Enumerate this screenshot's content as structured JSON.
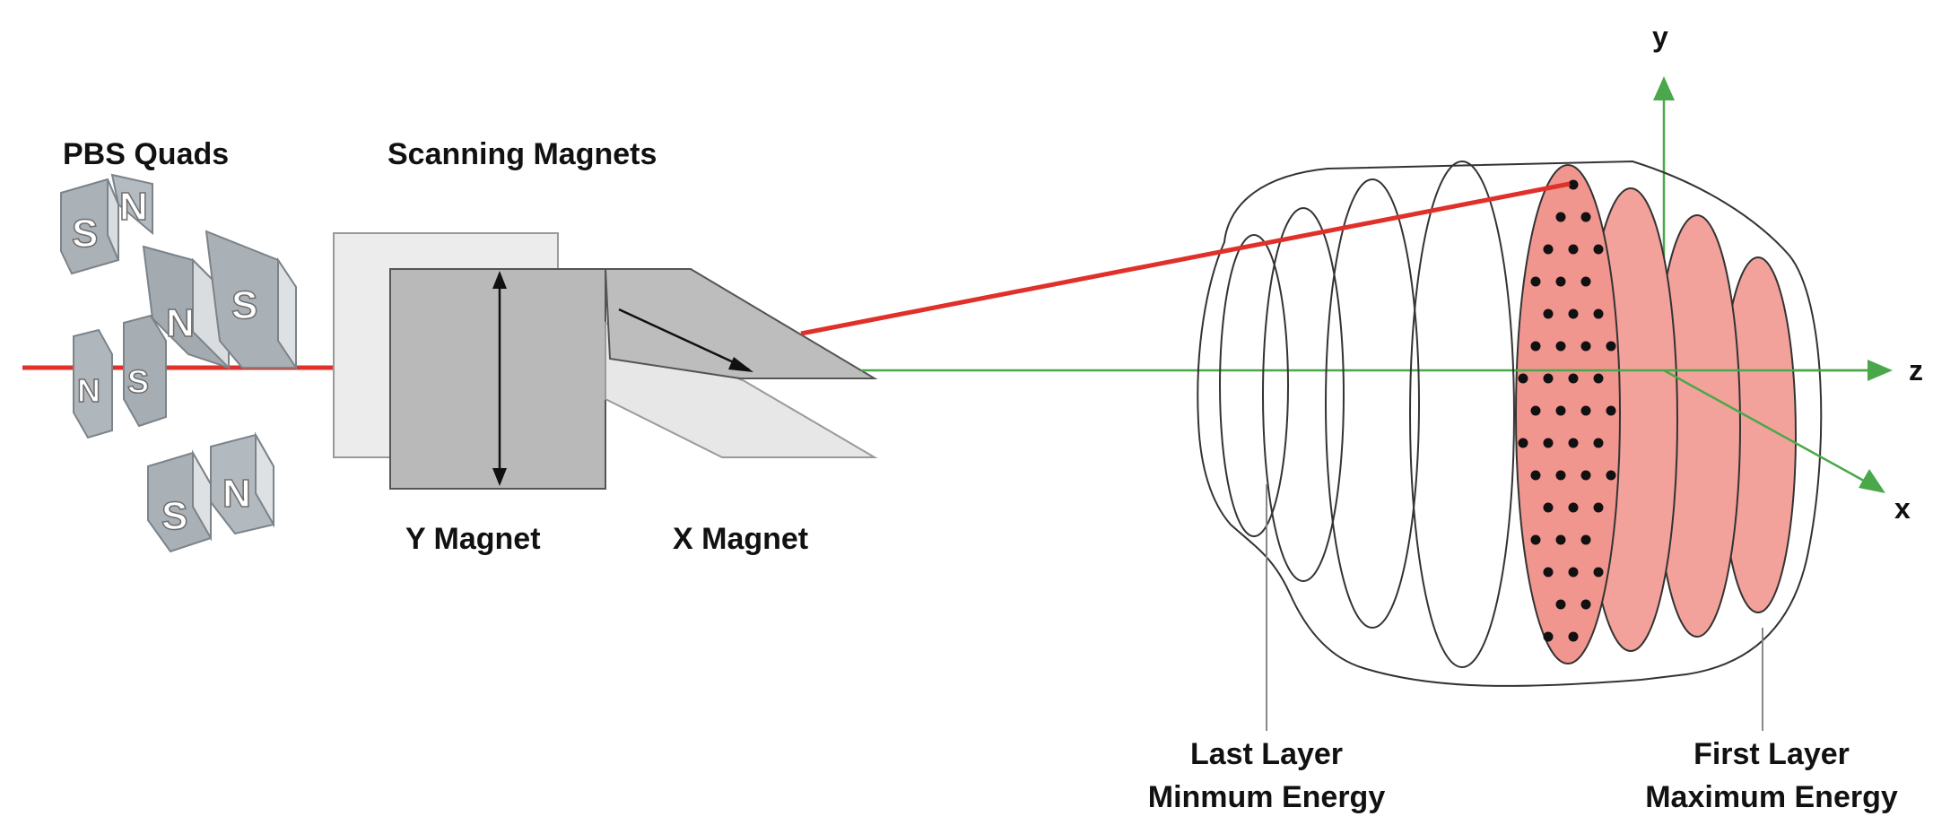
{
  "labels": {
    "pbs_quads": "PBS Quads",
    "scanning_magnets": "Scanning Magnets",
    "y_magnet": "Y Magnet",
    "x_magnet": "X Magnet",
    "last_layer_line1": "Last Layer",
    "last_layer_line2": "Minmum Energy",
    "first_layer_line1": "First Layer",
    "first_layer_line2": "Maximum Energy"
  },
  "axes": {
    "y": "y",
    "z": "z",
    "x": "x"
  },
  "quad_letters": [
    "S",
    "N",
    "N",
    "S",
    "N",
    "S",
    "S",
    "N"
  ],
  "colors": {
    "beam": "#e0302a",
    "axis": "#4aa84a",
    "layer_fill": "#f3a29b",
    "magnet_gray": "#b8b8b8",
    "quad_gray": "#a9b0b6"
  }
}
